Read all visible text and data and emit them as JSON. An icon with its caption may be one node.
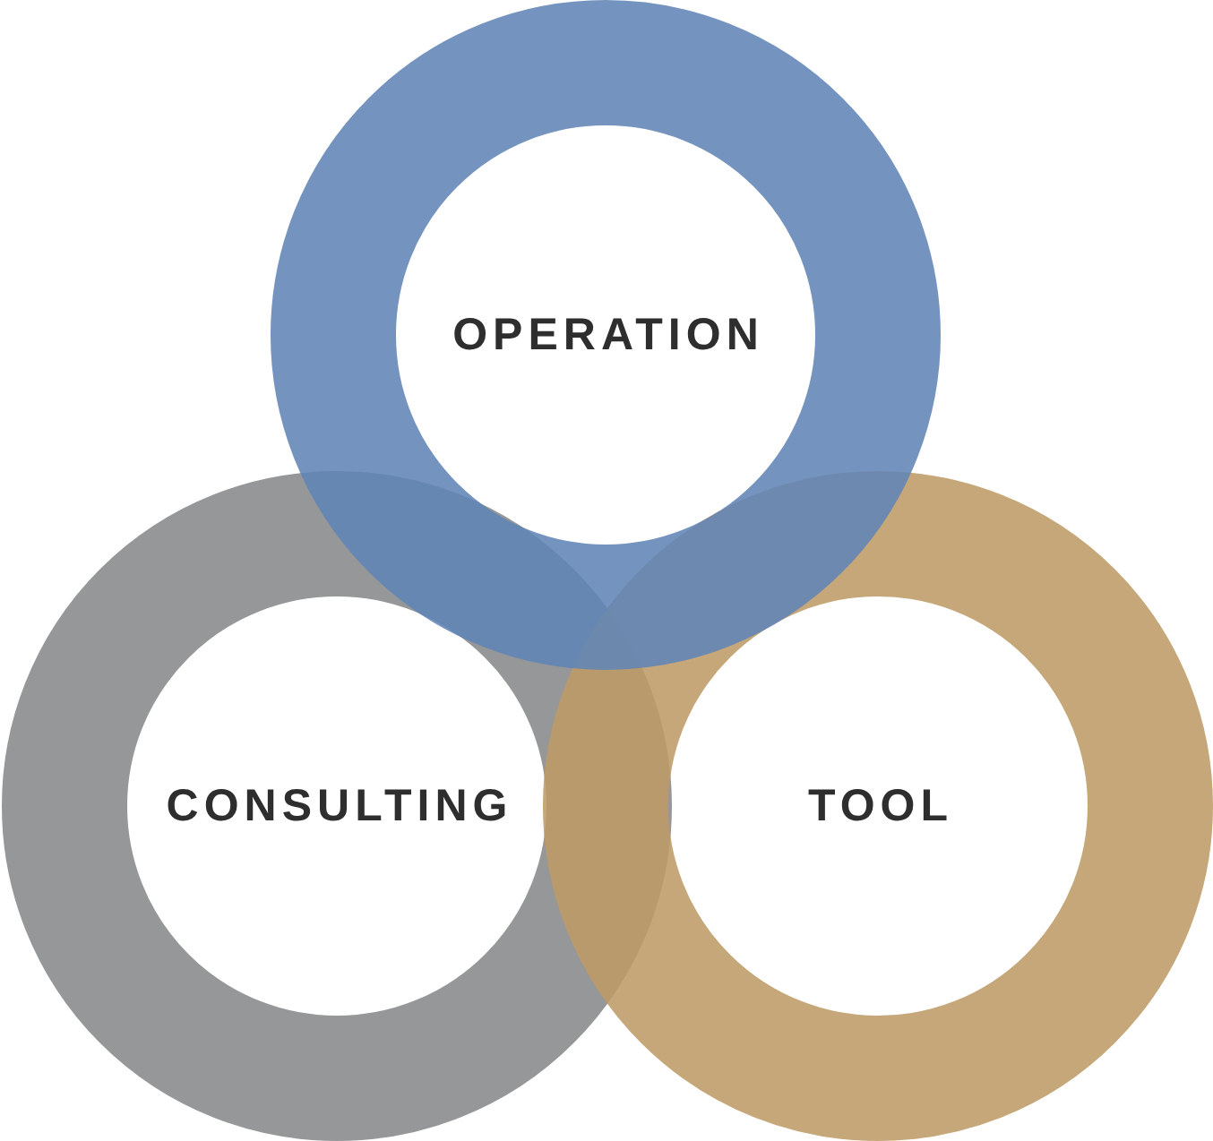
{
  "diagram": {
    "nodes": [
      {
        "text": [
          "OPERATION"
        ]
      },
      {
        "text": [
          "CONSULTING"
        ]
      },
      {
        "text": [
          "TOOL"
        ]
      }
    ]
  }
}
